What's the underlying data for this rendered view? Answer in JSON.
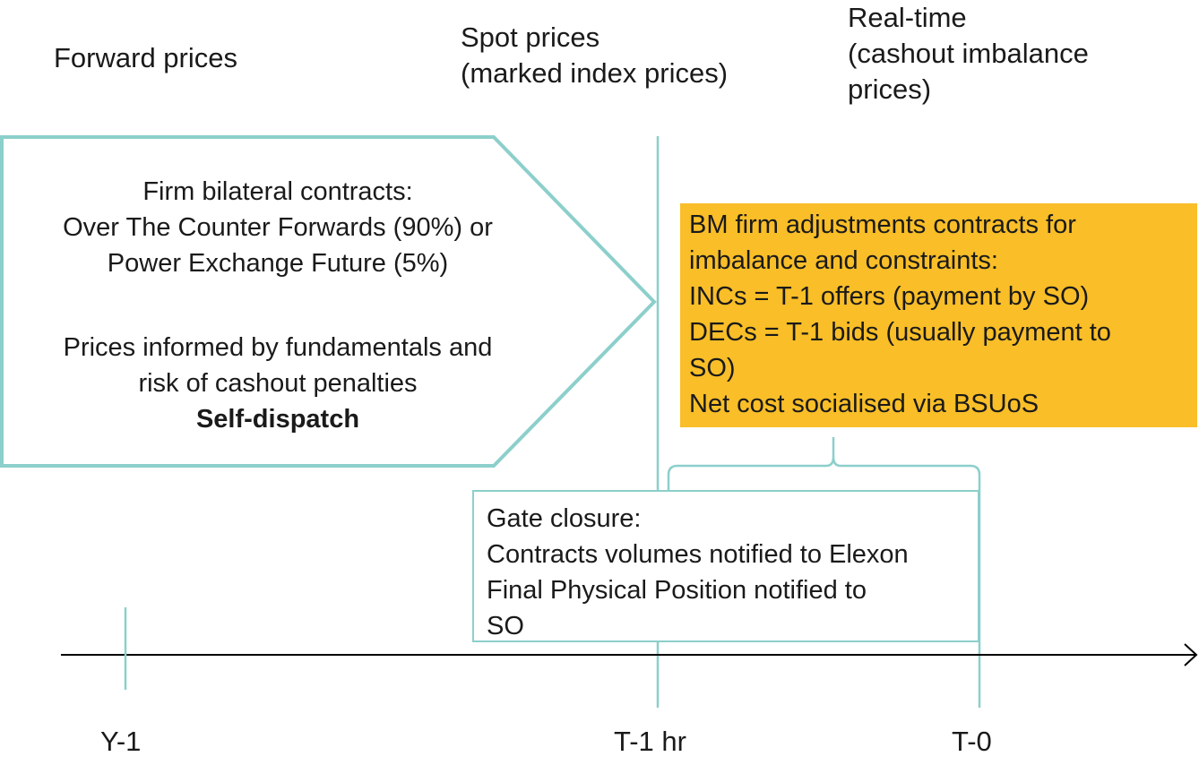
{
  "headers": {
    "forward": "Forward prices",
    "spot": "Spot prices\n(marked index prices)",
    "realtime": "Real-time\n(cashout imbalance\nprices)"
  },
  "forward_arrow": {
    "contracts_lines": [
      "Firm bilateral contracts:",
      "Over The Counter Forwards (90%) or",
      "Power Exchange Future (5%)"
    ],
    "pricing_lines": [
      "Prices informed by fundamentals and",
      "risk of cashout penalties"
    ],
    "emphasis": "Self-dispatch"
  },
  "bm_box": {
    "lines": [
      "BM firm adjustments contracts for",
      "imbalance and constraints:",
      "INCs = T-1 offers (payment by SO)",
      "DECs = T-1 bids (usually payment to",
      "SO)",
      "Net cost socialised via BSUoS"
    ],
    "fill_color": "#F9BE28"
  },
  "gate_box": {
    "lines": [
      "Gate closure:",
      "Contracts volumes notified to Elexon",
      "Final Physical Position notified to",
      "SO"
    ]
  },
  "timeline": {
    "ticks": [
      "Y-1",
      "T-1 hr",
      "T-0"
    ]
  },
  "colors": {
    "outline": "#8CCFCB",
    "axis": "#000000"
  }
}
